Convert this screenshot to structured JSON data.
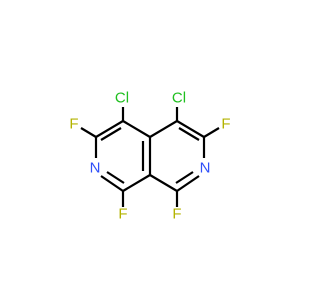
{
  "molecule": {
    "atoms": {
      "cl_left": {
        "symbol": "Cl",
        "color": "#1fbf1f"
      },
      "cl_right": {
        "symbol": "Cl",
        "color": "#1fbf1f"
      },
      "f_top_left": {
        "symbol": "F",
        "color": "#b3b300"
      },
      "f_top_right": {
        "symbol": "F",
        "color": "#b3b300"
      },
      "n_left": {
        "symbol": "N",
        "color": "#3050f8"
      },
      "n_right": {
        "symbol": "N",
        "color": "#3050f8"
      },
      "f_bottom_left": {
        "symbol": "F",
        "color": "#b3b300"
      },
      "f_bottom_right": {
        "symbol": "F",
        "color": "#b3b300"
      }
    },
    "bond_color": "#000000",
    "background": "#ffffff"
  }
}
